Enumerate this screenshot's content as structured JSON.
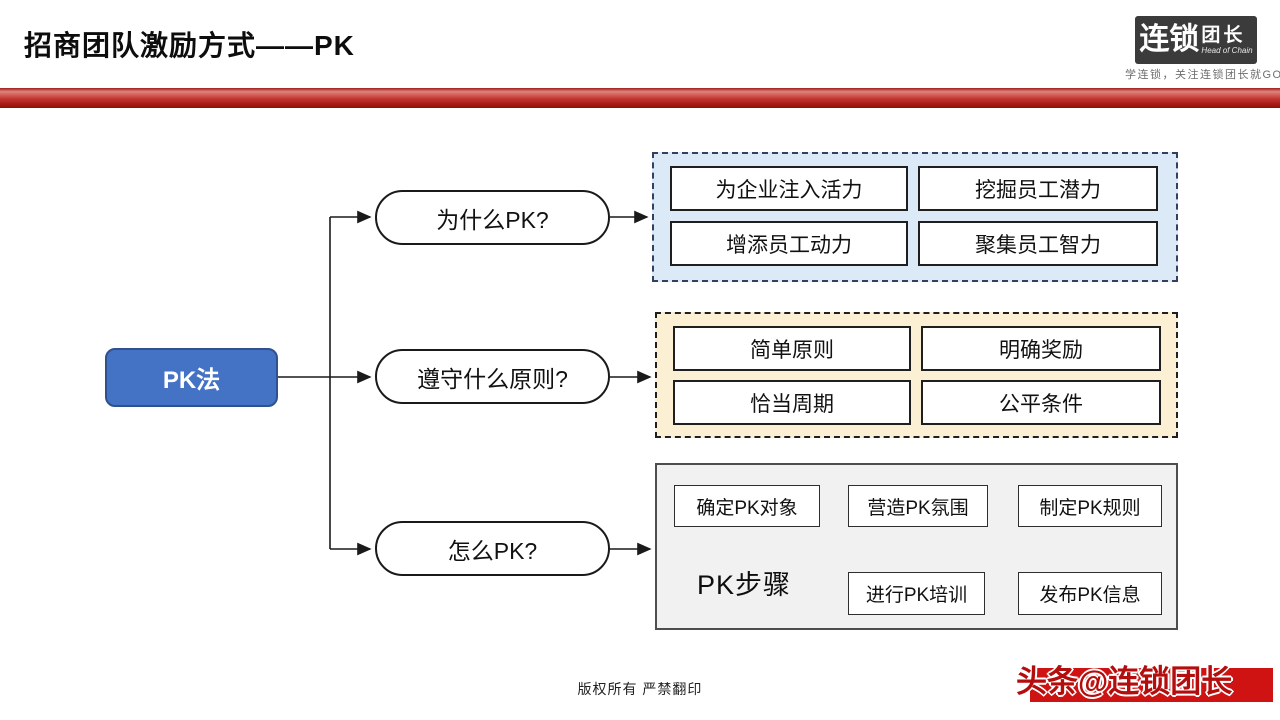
{
  "header": {
    "title": "招商团队激励方式——PK",
    "logo": {
      "part1": "连锁",
      "part2": "团长",
      "subtitle": "Head of Chain",
      "tagline": "学连锁，关注连锁团长就GO"
    }
  },
  "diagram": {
    "root": {
      "label": "PK法"
    },
    "branches": [
      {
        "question": "为什么PK?",
        "items": [
          "为企业注入活力",
          "挖掘员工潜力",
          "增添员工动力",
          "聚集员工智力"
        ]
      },
      {
        "question": "遵守什么原则?",
        "items": [
          "简单原则",
          "明确奖励",
          "恰当周期",
          "公平条件"
        ]
      },
      {
        "question": "怎么PK?",
        "steps_label": "PK步骤",
        "steps": [
          "确定PK对象",
          "营造PK氛围",
          "制定PK规则",
          "发布PK信息",
          "进行PK培训"
        ]
      }
    ]
  },
  "footer": {
    "copyright": "版权所有 严禁翻印",
    "watermark": "头条@连锁团长"
  },
  "colors": {
    "accent_blue": "#4472C4",
    "accent_blue_border": "#2F528F",
    "container_blue": "#DCE9F7",
    "container_yellow": "#FCF0D4",
    "container_gray": "#F1F1F1",
    "arrow_green_fill": "#DCEBD2",
    "arrow_green_border": "#7D9B68",
    "bar_red": "#C23430",
    "watermark_red": "#CE1312"
  }
}
